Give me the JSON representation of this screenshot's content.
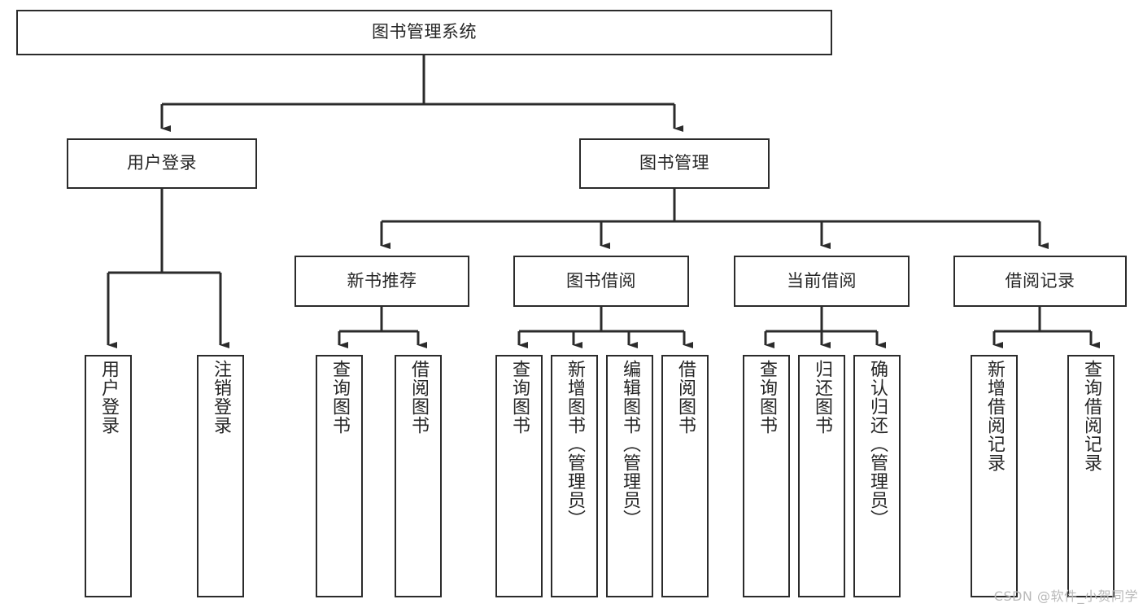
{
  "diagram": {
    "type": "tree-hierarchy",
    "title": "图书管理系统",
    "watermark": "CSDN @软件_小贺同学",
    "colors": {
      "box_border": "#2b2b2b",
      "box_fill": "#ffffff",
      "connector": "#2b2b2b",
      "text": "#262626",
      "watermark": "#b9b9b9",
      "background": "#ffffff"
    },
    "levels": [
      {
        "level": 1,
        "nodes": [
          {
            "id": "root",
            "label": "图书管理系统",
            "orientation": "horizontal"
          }
        ]
      },
      {
        "level": 2,
        "nodes": [
          {
            "id": "login",
            "label": "用户登录",
            "orientation": "horizontal",
            "parent": "root"
          },
          {
            "id": "bookmgmt",
            "label": "图书管理",
            "orientation": "horizontal",
            "parent": "root"
          }
        ]
      },
      {
        "level": 3,
        "nodes": [
          {
            "id": "newbook",
            "label": "新书推荐",
            "orientation": "horizontal",
            "parent": "bookmgmt"
          },
          {
            "id": "borrow",
            "label": "图书借阅",
            "orientation": "horizontal",
            "parent": "bookmgmt"
          },
          {
            "id": "current",
            "label": "当前借阅",
            "orientation": "horizontal",
            "parent": "bookmgmt"
          },
          {
            "id": "records",
            "label": "借阅记录",
            "orientation": "horizontal",
            "parent": "bookmgmt"
          }
        ]
      },
      {
        "level": 4,
        "nodes": [
          {
            "id": "leaf1",
            "label": "用户登录",
            "orientation": "vertical",
            "parent": "login"
          },
          {
            "id": "leaf2",
            "label": "注销登录",
            "orientation": "vertical",
            "parent": "login"
          },
          {
            "id": "leaf3",
            "label": "查询图书",
            "orientation": "vertical",
            "parent": "newbook"
          },
          {
            "id": "leaf4",
            "label": "借阅图书",
            "orientation": "vertical",
            "parent": "newbook"
          },
          {
            "id": "leaf5",
            "label": "查询图书",
            "orientation": "vertical",
            "parent": "borrow"
          },
          {
            "id": "leaf6",
            "label": "新增图书（管理员）",
            "orientation": "vertical",
            "parent": "borrow"
          },
          {
            "id": "leaf7",
            "label": "编辑图书（管理员）",
            "orientation": "vertical",
            "parent": "borrow"
          },
          {
            "id": "leaf8",
            "label": "借阅图书",
            "orientation": "vertical",
            "parent": "borrow"
          },
          {
            "id": "leaf9",
            "label": "查询图书",
            "orientation": "vertical",
            "parent": "current"
          },
          {
            "id": "leaf10",
            "label": "归还图书",
            "orientation": "vertical",
            "parent": "current"
          },
          {
            "id": "leaf11",
            "label": "确认归还（管理员）",
            "orientation": "vertical",
            "parent": "current"
          },
          {
            "id": "leaf12",
            "label": "新增借阅记录",
            "orientation": "vertical",
            "parent": "records"
          },
          {
            "id": "leaf13",
            "label": "查询借阅记录",
            "orientation": "vertical",
            "parent": "records"
          }
        ]
      }
    ]
  }
}
